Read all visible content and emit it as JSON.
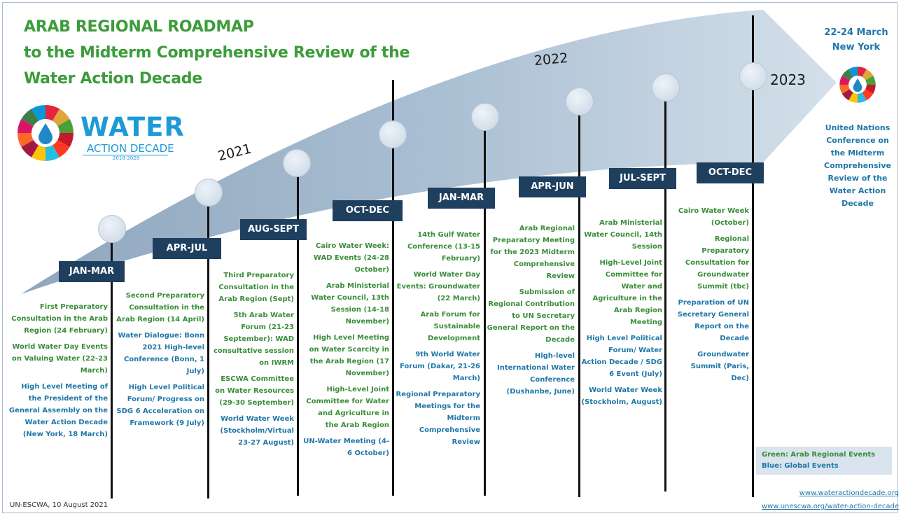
{
  "title": {
    "line1": "ARAB REGIONAL ROADMAP",
    "line2": "to the Midterm Comprehensive Review of the",
    "line3": "Water Action Decade"
  },
  "logo": {
    "word": "WATER",
    "sub": "ACTION DECADE",
    "years": "2018-2028"
  },
  "years": {
    "y2021": "2021",
    "y2022": "2022",
    "y2023": "2023"
  },
  "periods": [
    "JAN-MAR",
    "APR-JUL",
    "AUG-SEPT",
    "OCT-DEC",
    "JAN-MAR",
    "APR-JUN",
    "JUL-SEPT",
    "OCT-DEC"
  ],
  "columns": [
    {
      "events": [
        {
          "text": "First Preparatory Consultation in the Arab Region (24 February)",
          "color": "green"
        },
        {
          "text": "World Water Day Events on Valuing Water (22-23 March)",
          "color": "green"
        },
        {
          "text": "High Level Meeting of the President of the General Assembly on the Water Action Decade (New York, 18 March)",
          "color": "blue"
        }
      ]
    },
    {
      "events": [
        {
          "text": "Second Preparatory Consultation in the Arab Region (14 April)",
          "color": "green"
        },
        {
          "text": "Water Dialogue: Bonn 2021 High-level Conference (Bonn, 1 July)",
          "color": "blue"
        },
        {
          "text": "High Level Political Forum/ Progress on SDG 6 Acceleration on Framework (9 July)",
          "color": "blue"
        }
      ]
    },
    {
      "events": [
        {
          "text": "Third Preparatory Consultation in the Arab Region (Sept)",
          "color": "green"
        },
        {
          "text": "5th Arab Water Forum (21-23 September): WAD consultative session on IWRM",
          "color": "green"
        },
        {
          "text": "ESCWA Committee on Water Resources (29-30 September)",
          "color": "green"
        },
        {
          "text": "World Water Week (Stockholm/Virtual 23-27 August)",
          "color": "blue"
        }
      ]
    },
    {
      "events": [
        {
          "text": "Cairo Water Week: WAD Events (24-28 October)",
          "color": "green"
        },
        {
          "text": "Arab Ministerial Water Council, 13th Session (14-18 November)",
          "color": "green"
        },
        {
          "text": "High Level Meeting on Water Scarcity in the Arab Region (17 November)",
          "color": "green"
        },
        {
          "text": "High-Level Joint Committee for Water and Agriculture in the Arab Region",
          "color": "green"
        },
        {
          "text": "UN-Water Meeting (4-6 October)",
          "color": "blue"
        }
      ]
    },
    {
      "events": [
        {
          "text": "14th Gulf Water Conference (13-15 February)",
          "color": "green"
        },
        {
          "text": "World Water Day Events: Groundwater (22 March)",
          "color": "green"
        },
        {
          "text": "Arab Forum for Sustainable Development",
          "color": "green"
        },
        {
          "text": "9th World Water Forum (Dakar, 21-26 March)",
          "color": "blue"
        },
        {
          "text": "Regional Preparatory Meetings for the Midterm Comprehensive Review",
          "color": "blue"
        }
      ]
    },
    {
      "events": [
        {
          "text": "Arab Regional Preparatory Meeting for the 2023 Midterm Comprehensive Review",
          "color": "green"
        },
        {
          "text": "Submission of Regional Contribution to UN Secretary General Report on the Decade",
          "color": "green"
        },
        {
          "text": "High-level International Water Conference (Dushanbe, June)",
          "color": "blue"
        }
      ]
    },
    {
      "events": [
        {
          "text": "Arab Ministerial Water Council, 14th Session",
          "color": "green"
        },
        {
          "text": "High-Level Joint Committee for Water and Agriculture in the Arab Region Meeting",
          "color": "green"
        },
        {
          "text": "High Level Political Forum/ Water Action Decade / SDG 6 Event (July)",
          "color": "blue"
        },
        {
          "text": "World Water Week (Stockholm, August)",
          "color": "blue"
        }
      ]
    },
    {
      "events": [
        {
          "text": "Cairo Water Week (October)",
          "color": "green"
        },
        {
          "text": "Regional Preparatory Consultation for Groundwater Summit (tbc)",
          "color": "green"
        },
        {
          "text": "Preparation of UN Secretary General Report on the Decade",
          "color": "blue"
        },
        {
          "text": "Groundwater Summit (Paris, Dec)",
          "color": "blue"
        }
      ]
    }
  ],
  "final": {
    "date": "22-24 March",
    "place": "New York",
    "conference": "United Nations Conference on the Midterm Comprehensive Review of the Water Action Decade"
  },
  "legend": {
    "green": "Green: Arab Regional Events",
    "blue": "Blue: Global Events"
  },
  "footer": {
    "credit": "UN-ESCWA, 10 August 2021",
    "url1": "www.wateractiondecade.org",
    "url2": "www.unescwa.org/water-action-decade"
  },
  "colors": {
    "green": "#3a8d3a",
    "blue": "#1f77a8",
    "band": "#1f3f5f"
  }
}
